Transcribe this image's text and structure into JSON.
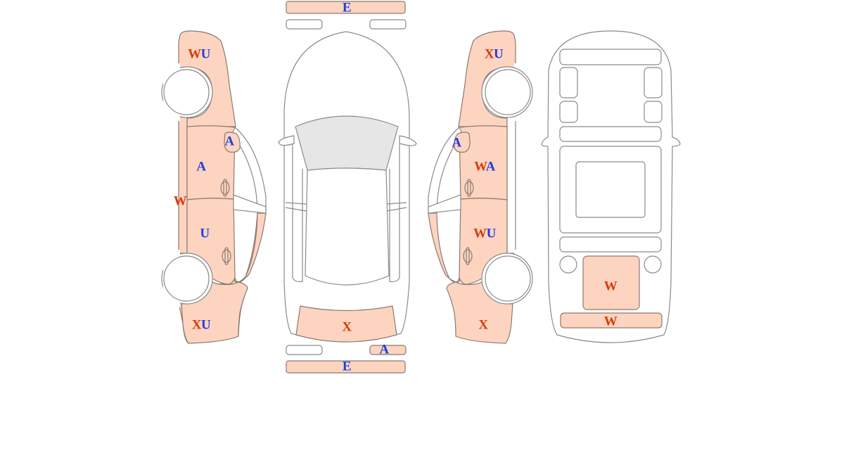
{
  "legend_colors": {
    "damaged_panel_fill": "#fdd4c0",
    "outline": "#8a8a8a",
    "glass": "#e6e6e6",
    "code_red": "#d93a0b",
    "code_blue": "#1f3fe0"
  },
  "views": {
    "left_side": {
      "front_fender": [
        {
          "c": "W",
          "color": "red"
        },
        {
          "c": "U",
          "color": "blue"
        }
      ],
      "mirror": [
        {
          "c": "A",
          "color": "blue"
        }
      ],
      "front_door": [
        {
          "c": "A",
          "color": "blue"
        }
      ],
      "sill": [
        {
          "c": "W",
          "color": "red"
        }
      ],
      "rear_door": [
        {
          "c": "U",
          "color": "blue"
        }
      ],
      "rear_quarter": [
        {
          "c": "X",
          "color": "red"
        },
        {
          "c": "U",
          "color": "blue"
        }
      ]
    },
    "top": {
      "front_bumper": [
        {
          "c": "E",
          "color": "blue"
        }
      ],
      "trunk": [
        {
          "c": "X",
          "color": "red"
        }
      ],
      "rear_right_lamp": [
        {
          "c": "A",
          "color": "blue"
        }
      ],
      "rear_bumper": [
        {
          "c": "E",
          "color": "blue"
        }
      ]
    },
    "right_side": {
      "front_fender": [
        {
          "c": "X",
          "color": "red"
        },
        {
          "c": "U",
          "color": "blue"
        }
      ],
      "mirror": [
        {
          "c": "A",
          "color": "blue"
        }
      ],
      "front_door": [
        {
          "c": "W",
          "color": "red"
        },
        {
          "c": "A",
          "color": "blue"
        }
      ],
      "rear_door": [
        {
          "c": "W",
          "color": "red"
        },
        {
          "c": "U",
          "color": "blue"
        }
      ],
      "rear_quarter": [
        {
          "c": "X",
          "color": "red"
        }
      ]
    },
    "underbody": {
      "rear_floor_panel": [
        {
          "c": "W",
          "color": "red"
        }
      ],
      "rear_panel": [
        {
          "c": "W",
          "color": "red"
        }
      ]
    }
  },
  "labels": {
    "l_fender_1": "W",
    "l_fender_2": "U",
    "l_mirror": "A",
    "l_fdoor": "A",
    "l_sill": "W",
    "l_rdoor": "U",
    "l_quarter_1": "X",
    "l_quarter_2": "U",
    "t_fbumper": "E",
    "t_trunk": "X",
    "t_rlamp": "A",
    "t_rbumper": "E",
    "r_fender_1": "X",
    "r_fender_2": "U",
    "r_mirror": "A",
    "r_fdoor_1": "W",
    "r_fdoor_2": "A",
    "r_rdoor_1": "W",
    "r_rdoor_2": "U",
    "r_quarter": "X",
    "u_floor": "W",
    "u_rpanel": "W"
  }
}
